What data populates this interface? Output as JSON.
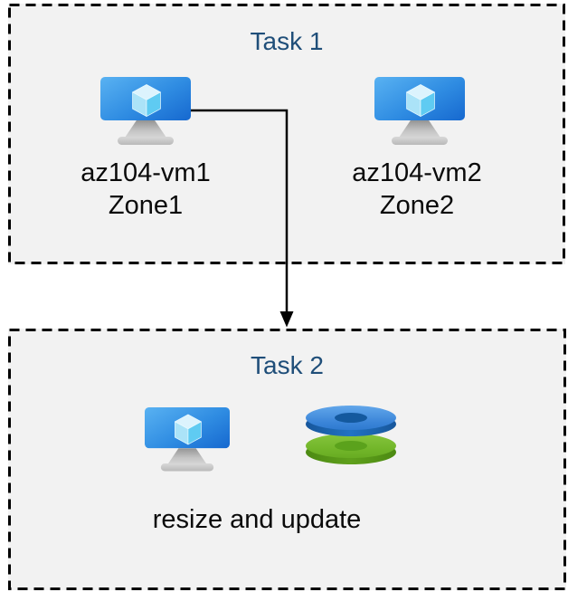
{
  "colors": {
    "box_bg": "#f2f2f2",
    "box_border": "#000000",
    "title_color": "#1f4e79",
    "text_color": "#0a0a0a",
    "arrow_color": "#000000",
    "vm_screen_blue": "#1f6fd2",
    "disk_blue": "#3a84d8",
    "disk_green": "#70b428"
  },
  "task1": {
    "title": "Task 1",
    "vms": [
      {
        "name": "az104-vm1",
        "zone": "Zone1"
      },
      {
        "name": "az104-vm2",
        "zone": "Zone2"
      }
    ]
  },
  "task2": {
    "title": "Task 2",
    "caption": "resize and update"
  },
  "icons": {
    "vm": "azure-virtual-machine-icon",
    "disk": "azure-managed-disks-icon",
    "arrow": "elbow-connector-arrow"
  }
}
